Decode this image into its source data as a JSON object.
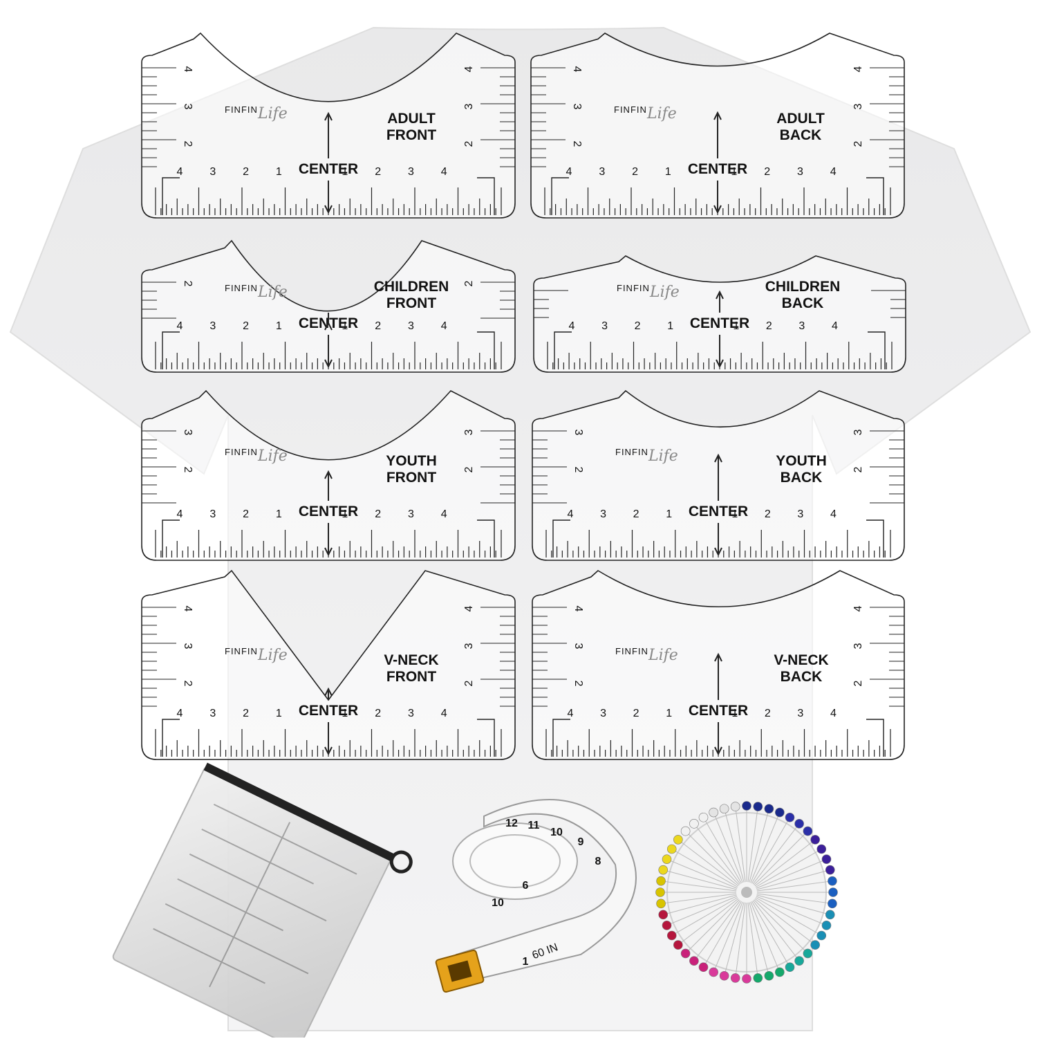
{
  "brand": {
    "name": "FINFIN",
    "script": "Life"
  },
  "center_label": "CENTER",
  "rulers": [
    {
      "id": "adult-front",
      "label_lines": [
        "ADULT",
        "FRONT"
      ],
      "neck": "round-deep",
      "side_numbers": [
        "4",
        "3",
        "2"
      ]
    },
    {
      "id": "adult-back",
      "label_lines": [
        "ADULT",
        "BACK"
      ],
      "neck": "shallow",
      "side_numbers": [
        "4",
        "3",
        "2"
      ]
    },
    {
      "id": "children-front",
      "label_lines": [
        "CHILDREN",
        "FRONT"
      ],
      "neck": "round",
      "side_numbers": [
        "2"
      ]
    },
    {
      "id": "children-back",
      "label_lines": [
        "CHILDREN",
        "BACK"
      ],
      "neck": "shallow-small",
      "side_numbers": []
    },
    {
      "id": "youth-front",
      "label_lines": [
        "YOUTH",
        "FRONT"
      ],
      "neck": "round",
      "side_numbers": [
        "3",
        "2"
      ]
    },
    {
      "id": "youth-back",
      "label_lines": [
        "YOUTH",
        "BACK"
      ],
      "neck": "shallow",
      "side_numbers": [
        "3",
        "2"
      ]
    },
    {
      "id": "v-neck-front",
      "label_lines": [
        "V-NECK",
        "FRONT"
      ],
      "neck": "v",
      "side_numbers": [
        "4",
        "3",
        "2"
      ]
    },
    {
      "id": "v-neck-back",
      "label_lines": [
        "V-NECK",
        "BACK"
      ],
      "neck": "shallow",
      "side_numbers": [
        "4",
        "3",
        "2"
      ]
    }
  ],
  "bottom_numbers": [
    "4",
    "3",
    "2",
    "1",
    "1",
    "2",
    "3",
    "4"
  ],
  "accessories": {
    "pouch": {
      "name": "zip-pouch"
    },
    "tape": {
      "numbers": [
        "12",
        "11",
        "10",
        "9",
        "8",
        "6",
        "10",
        "1"
      ],
      "unit_label": "60 IN"
    },
    "pins": {
      "colors": [
        "#1a2a8c",
        "#2b2fa8",
        "#3c1f9a",
        "#1b5fc0",
        "#1a8fb5",
        "#18a89a",
        "#15a86b",
        "#d93a9a",
        "#c9217a",
        "#b5163d",
        "#d8c400",
        "#ecd81e",
        "#f1f1f1",
        "#e4e4e4"
      ]
    }
  }
}
